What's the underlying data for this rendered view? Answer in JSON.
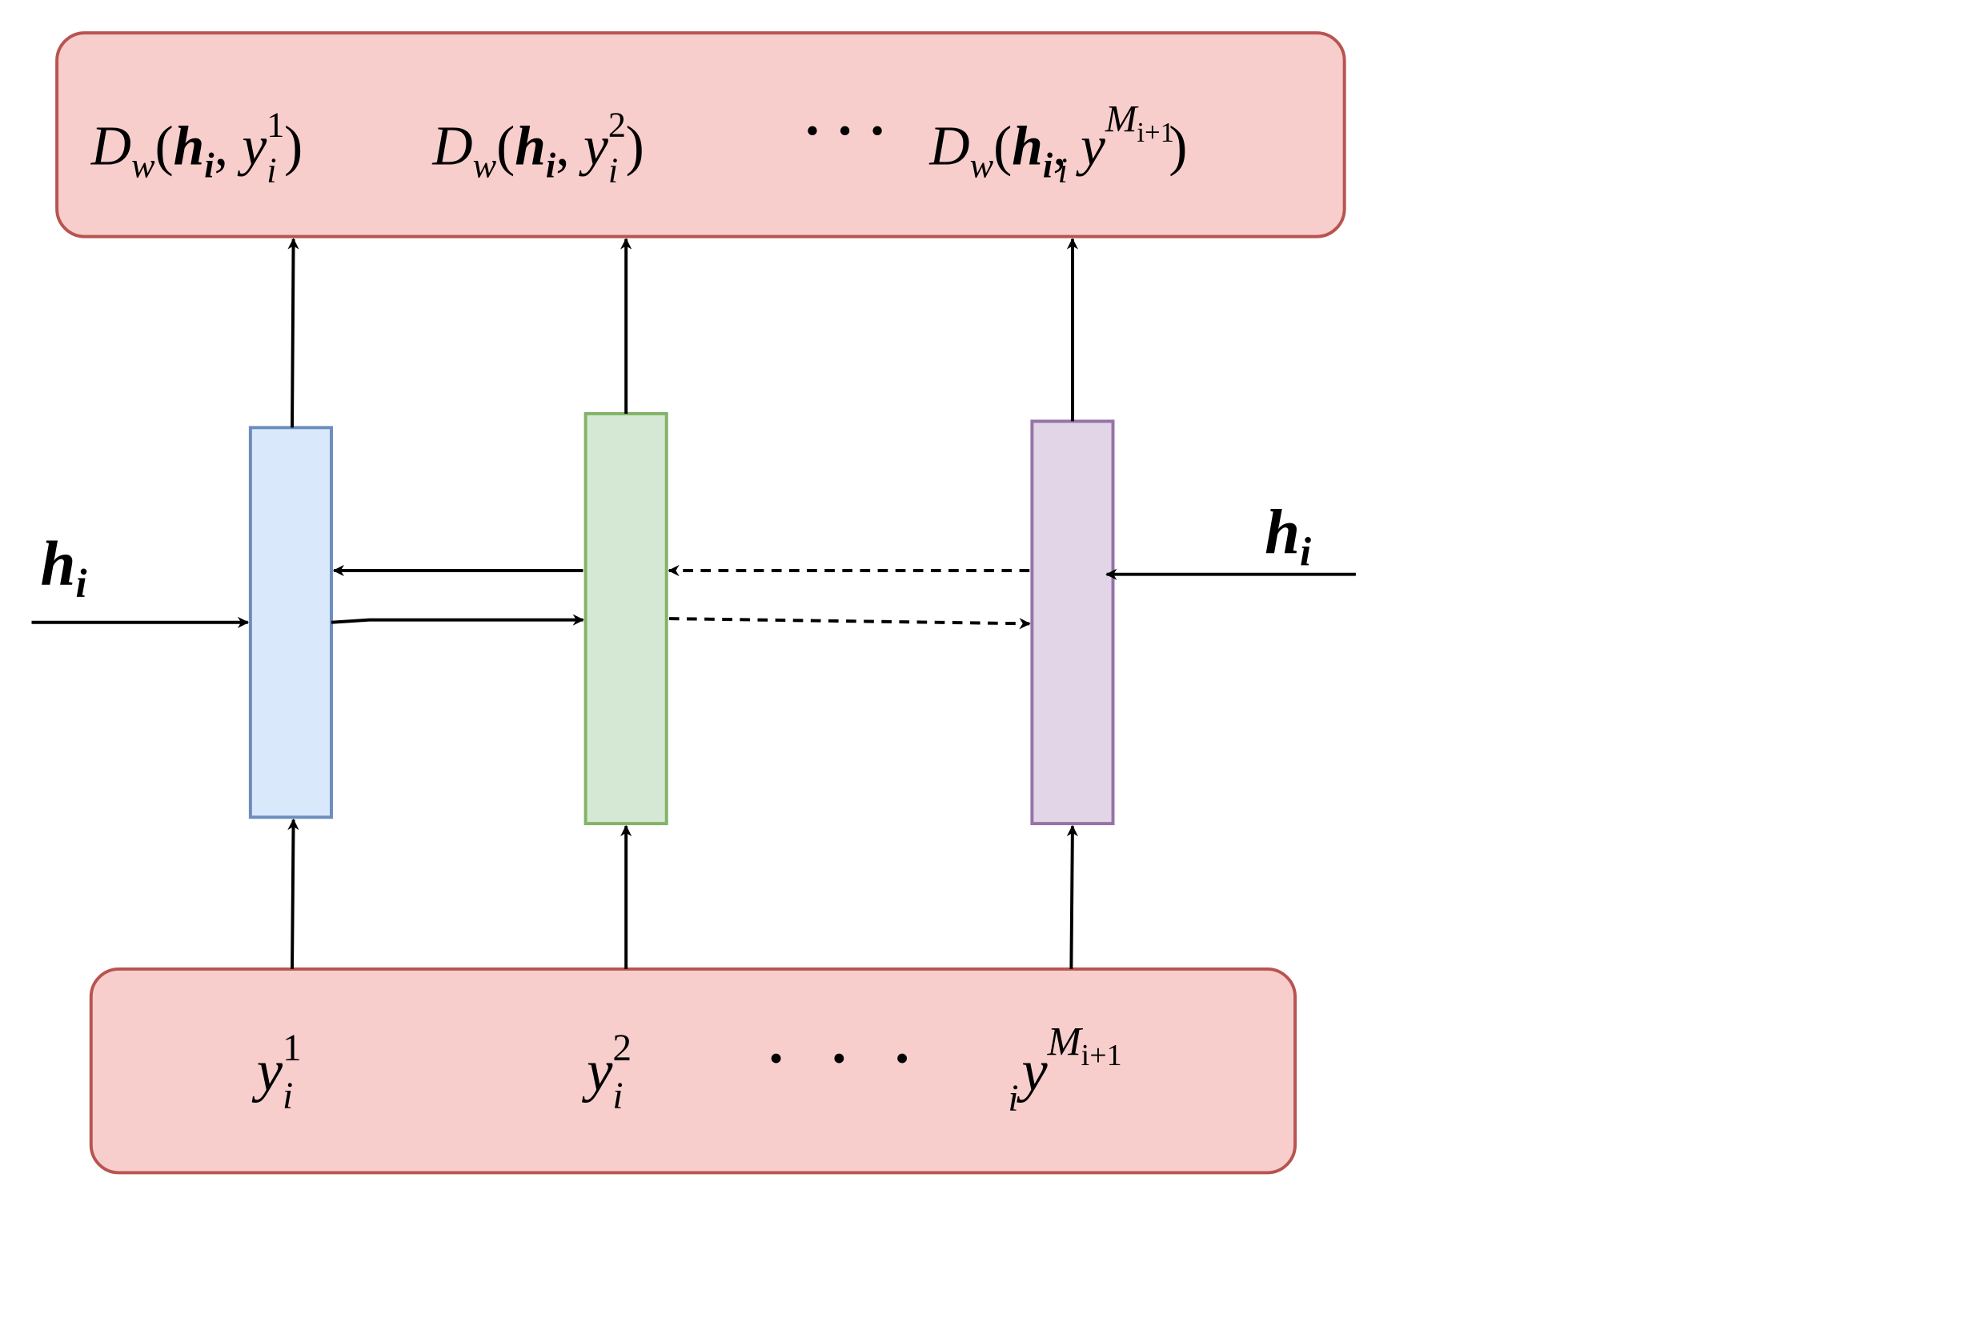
{
  "top_box": {
    "terms": [
      {
        "func": "D",
        "func_sub": "w",
        "arg": "h",
        "arg_sub": "i",
        "var": "y",
        "var_sub": "i",
        "var_sup": "1"
      },
      {
        "func": "D",
        "func_sub": "w",
        "arg": "h",
        "arg_sub": "i",
        "var": "y",
        "var_sub": "i",
        "var_sup": "2"
      },
      {
        "func": "D",
        "func_sub": "w",
        "arg": "h",
        "arg_sub": "i",
        "var": "y",
        "var_sub": "i",
        "var_sup_base": "M",
        "var_sup_sub": "i+1"
      }
    ],
    "ellipsis": "· · ·"
  },
  "side_inputs": {
    "left": {
      "base": "h",
      "sub": "i"
    },
    "right": {
      "base": "h",
      "sub": "i"
    }
  },
  "bottom_box": {
    "items": [
      {
        "base": "y",
        "sub": "i",
        "sup": "1"
      },
      {
        "base": "y",
        "sub": "i",
        "sup": "2"
      },
      {
        "base": "y",
        "sub": "i",
        "sup_base": "M",
        "sup_sub": "i+1"
      }
    ],
    "ellipsis": "·   ·   ·"
  },
  "colors": {
    "box_fill": "#f8cecc",
    "box_stroke": "#b85450",
    "cell1_fill": "#dae8fc",
    "cell1_stroke": "#6c8ebf",
    "cell2_fill": "#d5e8d4",
    "cell2_stroke": "#82b366",
    "cell3_fill": "#e1d5e7",
    "cell3_stroke": "#9673a6",
    "arrow": "#000000"
  }
}
